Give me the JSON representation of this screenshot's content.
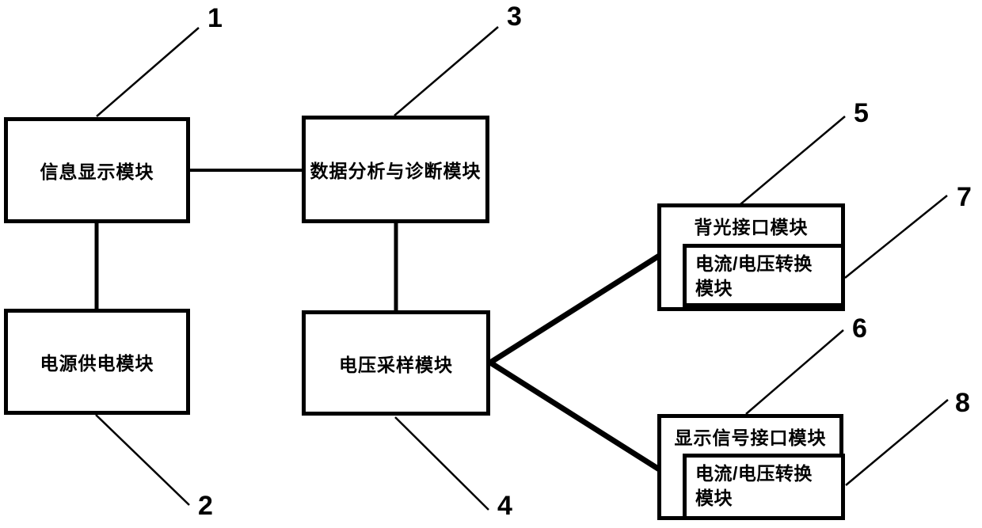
{
  "figure": {
    "background_color": "#ffffff",
    "line_color": "#000000",
    "text_color": "#000000"
  },
  "modules": {
    "info_display": {
      "label": "信息显示模块"
    },
    "power_supply": {
      "label": "电源供电模块"
    },
    "data_analysis": {
      "label": "数据分析与诊断模块"
    },
    "voltage_sampling": {
      "label": "电压采样模块"
    },
    "backlight_interface": {
      "label": "背光接口模块"
    },
    "backlight_cv_converter": {
      "label": "电流/电压转换模块"
    },
    "display_signal_interface": {
      "label": "显示信号接口模块"
    },
    "display_cv_converter": {
      "label": "电流/电压转换模块"
    }
  },
  "callouts": {
    "info_display": "1",
    "power_supply": "2",
    "data_analysis": "3",
    "voltage_sampling": "4",
    "backlight_interface": "5",
    "display_signal_interface": "6",
    "backlight_cv_converter": "7",
    "display_cv_converter": "8"
  },
  "connections": [
    {
      "from": "信息显示模块",
      "to": "数据分析与诊断模块"
    },
    {
      "from": "信息显示模块",
      "to": "电源供电模块"
    },
    {
      "from": "数据分析与诊断模块",
      "to": "电压采样模块"
    },
    {
      "from": "电压采样模块",
      "to": "背光接口模块"
    },
    {
      "from": "电压采样模块",
      "to": "显示信号接口模块"
    }
  ]
}
